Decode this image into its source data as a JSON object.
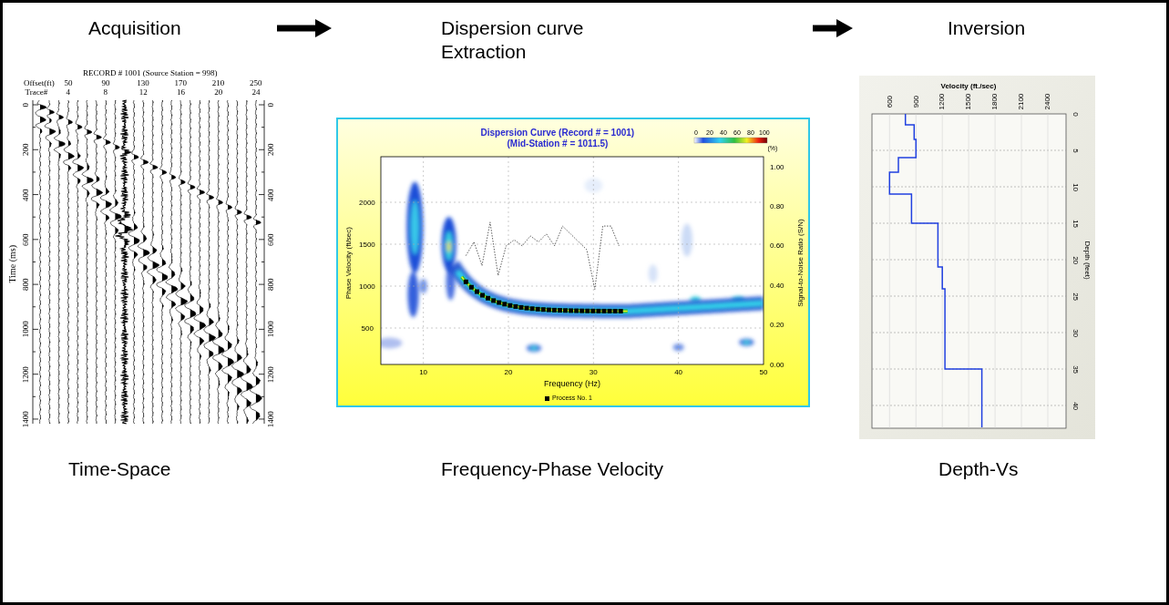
{
  "diagram": {
    "nodes": [
      {
        "text": [
          "Acquisition",
          "Time-Space"
        ]
      },
      {
        "text": [
          "Dispersion curve Extraction",
          "Frequency-Phase Velocity"
        ]
      },
      {
        "text": [
          "Inversion",
          "Depth-Vs"
        ]
      }
    ],
    "edges": [
      {
        "from": 0,
        "to": 1,
        "arrow": "to"
      },
      {
        "from": 1,
        "to": 2,
        "arrow": "to"
      }
    ],
    "labels": [
      "RECORD # 1001 (Source Station = 998)",
      "Offset(ft)",
      "50",
      "90",
      "130",
      "170",
      "210",
      "250",
      "Trace#",
      "4",
      "8",
      "12",
      "16",
      "20",
      "24",
      "Time (ms)",
      "0",
      "200",
      "400",
      "600",
      "800",
      "1000",
      "1200",
      "1400",
      "0",
      "200",
      "400",
      "600",
      "800",
      "1000",
      "1200",
      "1400",
      "Dispersion Curve (Record # = 1001)",
      "(Mid-Station # = 1011.5)",
      "0",
      "20",
      "40",
      "60",
      "80",
      "100",
      "(%)",
      "Phase Velocity (ft/sec)",
      "500",
      "1000",
      "1500",
      "2000",
      "Signal-to-Noise Ratio (S/N)",
      "1.00",
      "0.80",
      "0.60",
      "0.40",
      "0.20",
      "0.00",
      "10",
      "20",
      "30",
      "40",
      "50",
      "Frequency (Hz)",
      "Velocity (ft./sec)",
      "600",
      "900",
      "1200",
      "1500",
      "1800",
      "2100",
      "2400",
      "Depth (feet)",
      "0",
      "5",
      "10",
      "15",
      "20",
      "25",
      "30",
      "35",
      "40"
    ],
    "legend": [
      {
        "text": "Process No. 1"
      }
    ]
  }
}
